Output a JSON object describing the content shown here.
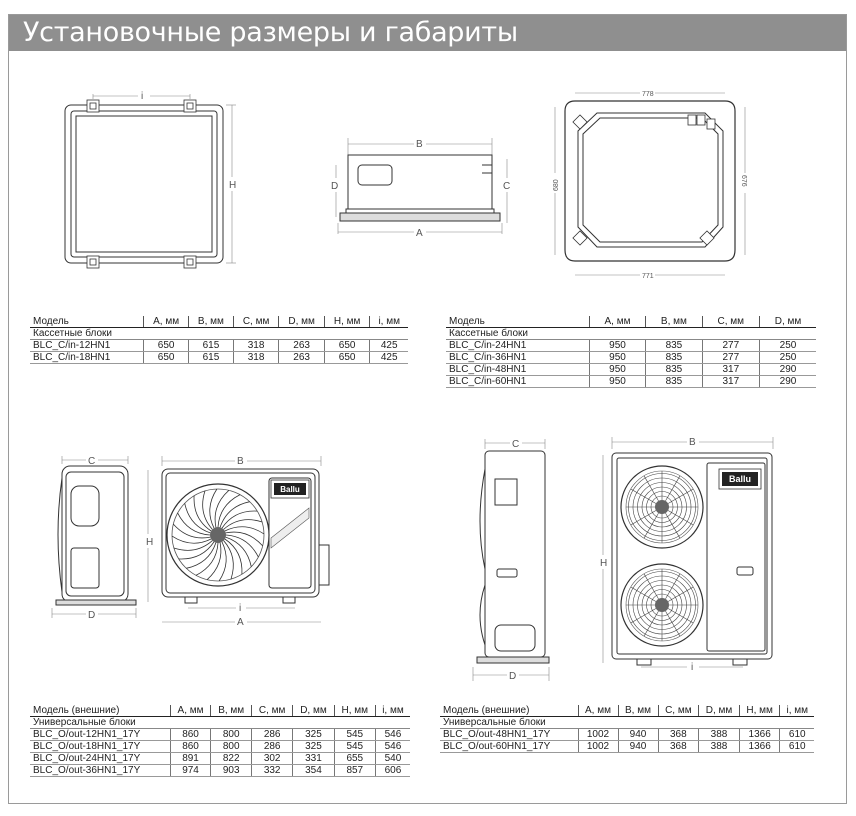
{
  "header": {
    "title": "Установочные размеры и габариты"
  },
  "drawings": {
    "cassette_panel": {
      "dim_i": "i",
      "dim_h": "H"
    },
    "cassette_side": {
      "dim_b": "B",
      "dim_a": "A",
      "dim_c": "C",
      "dim_d": "D"
    },
    "cassette_panel_alt": {
      "dim_top": "778",
      "dim_bottom": "771",
      "dim_left": "680",
      "dim_right": "676"
    },
    "outdoor_small": {
      "dim_c": "C",
      "dim_d": "D",
      "dim_b": "B",
      "dim_h": "H",
      "dim_i": "i",
      "dim_a": "A",
      "logo": "Ballu"
    },
    "outdoor_large": {
      "dim_c": "C",
      "dim_d": "D",
      "dim_b": "B",
      "dim_h": "H",
      "dim_i": "i",
      "logo": "Ballu"
    }
  },
  "table_cassette_1": {
    "columns": [
      "Модель",
      "A, мм",
      "B, мм",
      "C, мм",
      "D, мм",
      "H, мм",
      "i, мм"
    ],
    "group": "Кассетные блоки",
    "rows": [
      [
        "BLC_C/in-12HN1",
        "650",
        "615",
        "318",
        "263",
        "650",
        "425"
      ],
      [
        "BLC_C/in-18HN1",
        "650",
        "615",
        "318",
        "263",
        "650",
        "425"
      ]
    ]
  },
  "table_cassette_2": {
    "columns": [
      "Модель",
      "A, мм",
      "B, мм",
      "C, мм",
      "D, мм"
    ],
    "group": "Кассетные блоки",
    "rows": [
      [
        "BLC_C/in-24HN1",
        "950",
        "835",
        "277",
        "250"
      ],
      [
        "BLC_C/in-36HN1",
        "950",
        "835",
        "277",
        "250"
      ],
      [
        "BLC_C/in-48HN1",
        "950",
        "835",
        "317",
        "290"
      ],
      [
        "BLC_C/in-60HN1",
        "950",
        "835",
        "317",
        "290"
      ]
    ]
  },
  "table_outdoor_1": {
    "columns": [
      "Модель (внешние)",
      "A, мм",
      "B, мм",
      "C, мм",
      "D, мм",
      "H, мм",
      "i, мм"
    ],
    "group": "Универсальные блоки",
    "rows": [
      [
        "BLC_O/out-12HN1_17Y",
        "860",
        "800",
        "286",
        "325",
        "545",
        "546"
      ],
      [
        "BLC_O/out-18HN1_17Y",
        "860",
        "800",
        "286",
        "325",
        "545",
        "546"
      ],
      [
        "BLC_O/out-24HN1_17Y",
        "891",
        "822",
        "302",
        "331",
        "655",
        "540"
      ],
      [
        "BLC_O/out-36HN1_17Y",
        "974",
        "903",
        "332",
        "354",
        "857",
        "606"
      ]
    ]
  },
  "table_outdoor_2": {
    "columns": [
      "Модель (внешние)",
      "A, мм",
      "B, мм",
      "C, мм",
      "D, мм",
      "H, мм",
      "i, мм"
    ],
    "group": "Универсальные блоки",
    "rows": [
      [
        "BLC_O/out-48HN1_17Y",
        "1002",
        "940",
        "368",
        "388",
        "1366",
        "610"
      ],
      [
        "BLC_O/out-60HN1_17Y",
        "1002",
        "940",
        "368",
        "388",
        "1366",
        "610"
      ]
    ]
  }
}
